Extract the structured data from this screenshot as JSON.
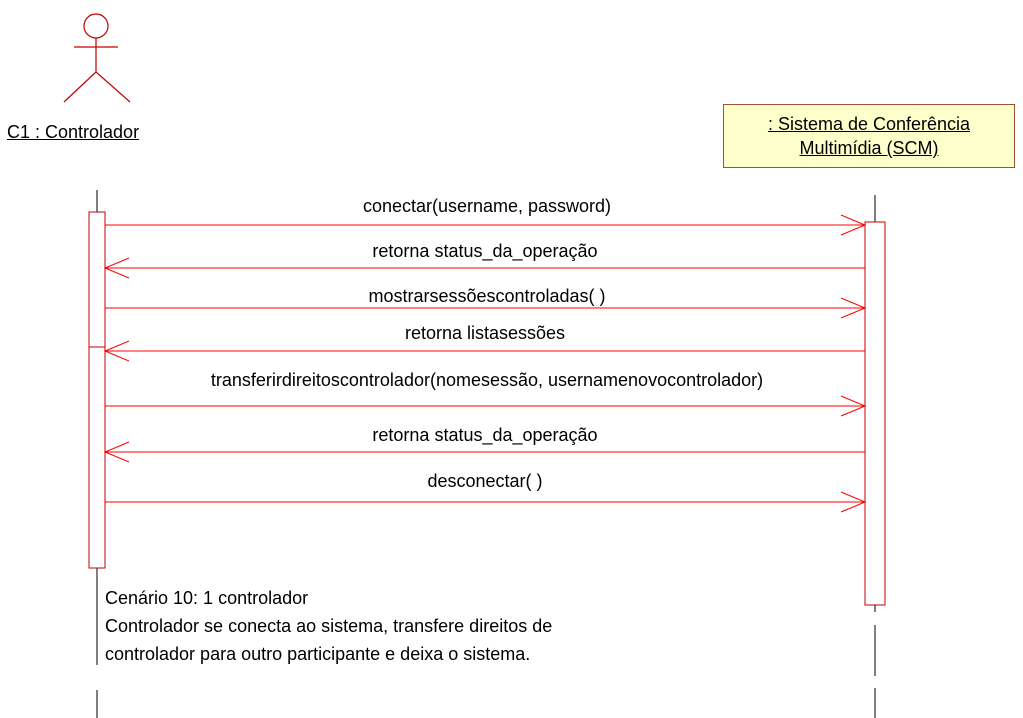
{
  "actor": {
    "label": "C1 : Controlador"
  },
  "system": {
    "line1": ": Sistema de Conferência",
    "line2": "Multimídia (SCM)",
    "fill": "#ffffcc",
    "border": "#a0522d"
  },
  "messages": [
    {
      "label": "conectar(username, password)",
      "direction": "to-system"
    },
    {
      "label": "retorna status_da_operação",
      "direction": "to-actor"
    },
    {
      "label": "mostrarsessõescontroladas( )",
      "direction": "to-system"
    },
    {
      "label": "retorna listasessões",
      "direction": "to-actor"
    },
    {
      "label": "transferirdireitoscontrolador(nomesessão, usernamenovocontrolador)",
      "direction": "to-system"
    },
    {
      "label": "retorna status_da_operação",
      "direction": "to-actor"
    },
    {
      "label": "desconectar( )",
      "direction": "to-system"
    }
  ],
  "note": {
    "line1": "Cenário 10: 1 controlador",
    "line2": "Controlador se conecta ao sistema, transfere direitos de",
    "line3": "controlador para outro participante e deixa o sistema."
  },
  "colors": {
    "message_line": "#ff0000",
    "lifeline": "#000000",
    "activation_border": "#ff0000"
  }
}
